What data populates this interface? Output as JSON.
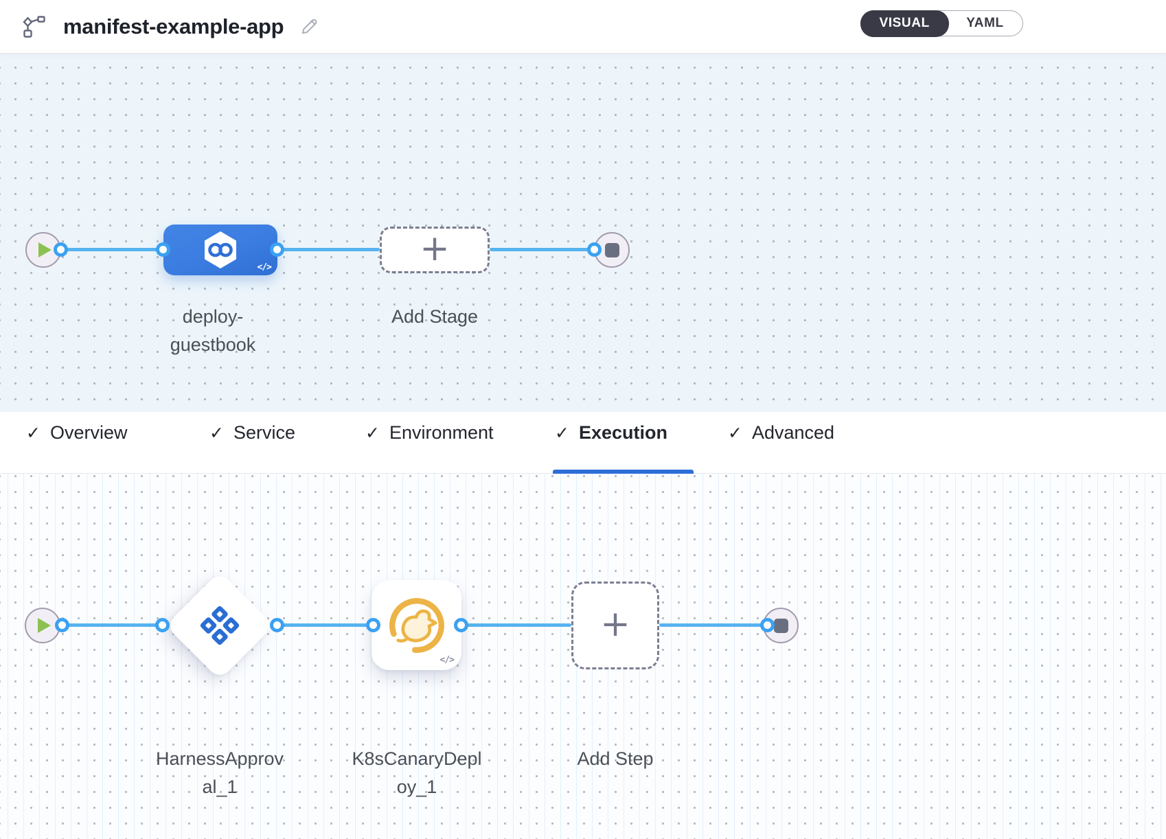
{
  "header": {
    "title": "manifest-example-app",
    "pipeline_icon": "pipeline-graph-icon",
    "edit_icon": "edit-pencil-icon",
    "view_toggle": {
      "options": [
        "VISUAL",
        "YAML"
      ],
      "selected": "VISUAL"
    }
  },
  "stage_pipeline": {
    "start_node": "play",
    "end_node": "stop",
    "stage": {
      "name": "deploy-guestbook",
      "label_line1": "deploy-",
      "label_line2": "guestbook",
      "type": "cd-stage",
      "icon": "cd-infinity-hexagon-icon",
      "code_badge": "</>"
    },
    "add_stage_label": "Add Stage"
  },
  "stage_tabs": {
    "check_glyph": "✓",
    "active_tab": "Execution",
    "items": [
      {
        "label": "Overview",
        "checked": true,
        "active": false
      },
      {
        "label": "Service",
        "checked": true,
        "active": false
      },
      {
        "label": "Environment",
        "checked": true,
        "active": false
      },
      {
        "label": "Execution",
        "checked": true,
        "active": true
      },
      {
        "label": "Advanced",
        "checked": true,
        "active": false
      }
    ]
  },
  "execution_pipeline": {
    "start_node": "play",
    "end_node": "stop",
    "steps": [
      {
        "name": "HarnessApproval_1",
        "label_line1": "HarnessApprov",
        "label_line2": "al_1",
        "type": "harness-approval",
        "icon": "approval-diamond-icon"
      },
      {
        "name": "K8sCanaryDeploy_1",
        "label_line1": "K8sCanaryDepl",
        "label_line2": "oy_1",
        "type": "k8s-canary-deploy",
        "icon": "canary-bird-icon",
        "code_badge": "</>"
      }
    ],
    "add_step_label": "Add Step"
  },
  "colors": {
    "stage_node_blue": "#3b7ce0",
    "connector_blue": "#57b3f0",
    "port_ring_blue": "#3ba1f2",
    "active_tab_underline": "#2c6fd7",
    "toggle_dark": "#393a45",
    "approval_icon_blue": "#2a6ed3",
    "canary_amber": "#ecb446",
    "play_green": "#8cc152",
    "stop_gray": "#6a6e81",
    "canvas_upper_bg": "#edf5fa",
    "canvas_lower_bg": "#fcfdff"
  }
}
